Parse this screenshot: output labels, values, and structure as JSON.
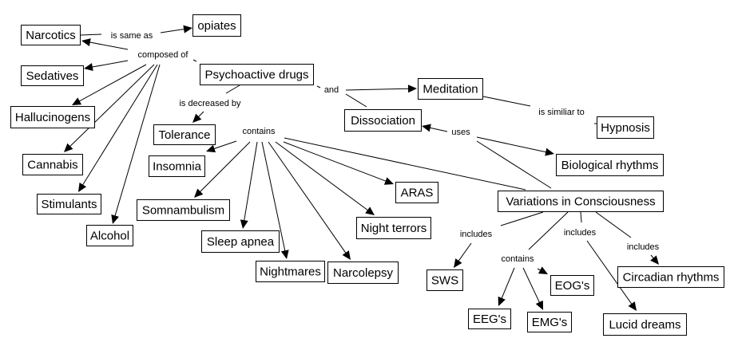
{
  "diagram": {
    "title": "Variations in Consciousness concept map",
    "colors": {
      "stroke": "#000000",
      "background": "#ffffff",
      "text": "#000000"
    },
    "nodes": [
      {
        "id": "narcotics",
        "label": "Narcotics"
      },
      {
        "id": "opiates",
        "label": "opiates"
      },
      {
        "id": "sedatives",
        "label": "Sedatives"
      },
      {
        "id": "psychoactive",
        "label": "Psychoactive drugs"
      },
      {
        "id": "hallucinogens",
        "label": "Hallucinogens"
      },
      {
        "id": "meditation",
        "label": "Meditation"
      },
      {
        "id": "dissociation",
        "label": "Dissociation"
      },
      {
        "id": "hypnosis",
        "label": "Hypnosis"
      },
      {
        "id": "tolerance",
        "label": "Tolerance"
      },
      {
        "id": "insomnia",
        "label": "Insomnia"
      },
      {
        "id": "cannabis",
        "label": "Cannabis"
      },
      {
        "id": "biological",
        "label": "Biological rhythms"
      },
      {
        "id": "aras",
        "label": "ARAS"
      },
      {
        "id": "variations",
        "label": "Variations in Consciousness"
      },
      {
        "id": "stimulants",
        "label": "Stimulants"
      },
      {
        "id": "somnambulism",
        "label": "Somnambulism"
      },
      {
        "id": "nightterrors",
        "label": "Night terrors"
      },
      {
        "id": "alcohol",
        "label": "Alcohol"
      },
      {
        "id": "sleepapnea",
        "label": "Sleep apnea"
      },
      {
        "id": "nightmares",
        "label": "Nightmares"
      },
      {
        "id": "narcolepsy",
        "label": "Narcolepsy"
      },
      {
        "id": "sws",
        "label": "SWS"
      },
      {
        "id": "eogs",
        "label": "EOG's"
      },
      {
        "id": "circadian",
        "label": "Circadian rhythms"
      },
      {
        "id": "eegs",
        "label": "EEG's"
      },
      {
        "id": "emgs",
        "label": "EMG's"
      },
      {
        "id": "lucid",
        "label": "Lucid dreams"
      }
    ],
    "linking_phrases": [
      {
        "id": "lp_same",
        "label": "is same as"
      },
      {
        "id": "lp_composed",
        "label": "composed of"
      },
      {
        "id": "lp_decreased",
        "label": "is decreased by"
      },
      {
        "id": "lp_and",
        "label": "and"
      },
      {
        "id": "lp_similar",
        "label": "is similiar to"
      },
      {
        "id": "lp_uses",
        "label": "uses"
      },
      {
        "id": "lp_contains1",
        "label": "contains"
      },
      {
        "id": "lp_includes1",
        "label": "includes"
      },
      {
        "id": "lp_contains2",
        "label": "contains"
      },
      {
        "id": "lp_includes2",
        "label": "includes"
      },
      {
        "id": "lp_includes3",
        "label": "includes"
      }
    ],
    "connections": [
      {
        "from": "narcotics",
        "to": "lp_same",
        "arrow": false
      },
      {
        "from": "lp_same",
        "to": "opiates",
        "arrow": true
      },
      {
        "from": "psychoactive",
        "to": "lp_composed",
        "arrow": false
      },
      {
        "from": "lp_composed",
        "to": "narcotics",
        "arrow": true
      },
      {
        "from": "lp_composed",
        "to": "sedatives",
        "arrow": true
      },
      {
        "from": "lp_composed",
        "to": "hallucinogens",
        "arrow": true
      },
      {
        "from": "lp_composed",
        "to": "cannabis",
        "arrow": true
      },
      {
        "from": "lp_composed",
        "to": "stimulants",
        "arrow": true
      },
      {
        "from": "lp_composed",
        "to": "alcohol",
        "arrow": true
      },
      {
        "from": "psychoactive",
        "to": "lp_decreased",
        "arrow": false
      },
      {
        "from": "lp_decreased",
        "to": "tolerance",
        "arrow": true
      },
      {
        "from": "psychoactive",
        "to": "lp_and",
        "arrow": false
      },
      {
        "from": "lp_and",
        "to": "meditation",
        "arrow": true
      },
      {
        "from": "lp_and",
        "to": "dissociation",
        "arrow": false
      },
      {
        "from": "meditation",
        "to": "lp_similar",
        "arrow": false
      },
      {
        "from": "lp_similar",
        "to": "hypnosis",
        "arrow": false
      },
      {
        "from": "variations",
        "to": "lp_uses",
        "arrow": false
      },
      {
        "from": "lp_uses",
        "to": "dissociation",
        "arrow": true
      },
      {
        "from": "lp_uses",
        "to": "biological",
        "arrow": true
      },
      {
        "from": "variations",
        "to": "lp_contains1",
        "arrow": false
      },
      {
        "from": "lp_contains1",
        "to": "insomnia",
        "arrow": true
      },
      {
        "from": "lp_contains1",
        "to": "somnambulism",
        "arrow": true
      },
      {
        "from": "lp_contains1",
        "to": "sleepapnea",
        "arrow": true
      },
      {
        "from": "lp_contains1",
        "to": "nightmares",
        "arrow": true
      },
      {
        "from": "lp_contains1",
        "to": "narcolepsy",
        "arrow": true
      },
      {
        "from": "lp_contains1",
        "to": "nightterrors",
        "arrow": true
      },
      {
        "from": "lp_contains1",
        "to": "aras",
        "arrow": true
      },
      {
        "from": "variations",
        "to": "lp_includes1",
        "arrow": false
      },
      {
        "from": "lp_includes1",
        "to": "sws",
        "arrow": true
      },
      {
        "from": "variations",
        "to": "lp_contains2",
        "arrow": false
      },
      {
        "from": "lp_contains2",
        "to": "eegs",
        "arrow": true
      },
      {
        "from": "lp_contains2",
        "to": "emgs",
        "arrow": true
      },
      {
        "from": "lp_contains2",
        "to": "eogs",
        "arrow": true
      },
      {
        "from": "variations",
        "to": "lp_includes2",
        "arrow": false
      },
      {
        "from": "lp_includes2",
        "to": "lucid",
        "arrow": true
      },
      {
        "from": "variations",
        "to": "lp_includes3",
        "arrow": false
      },
      {
        "from": "lp_includes3",
        "to": "circadian",
        "arrow": true
      }
    ]
  }
}
